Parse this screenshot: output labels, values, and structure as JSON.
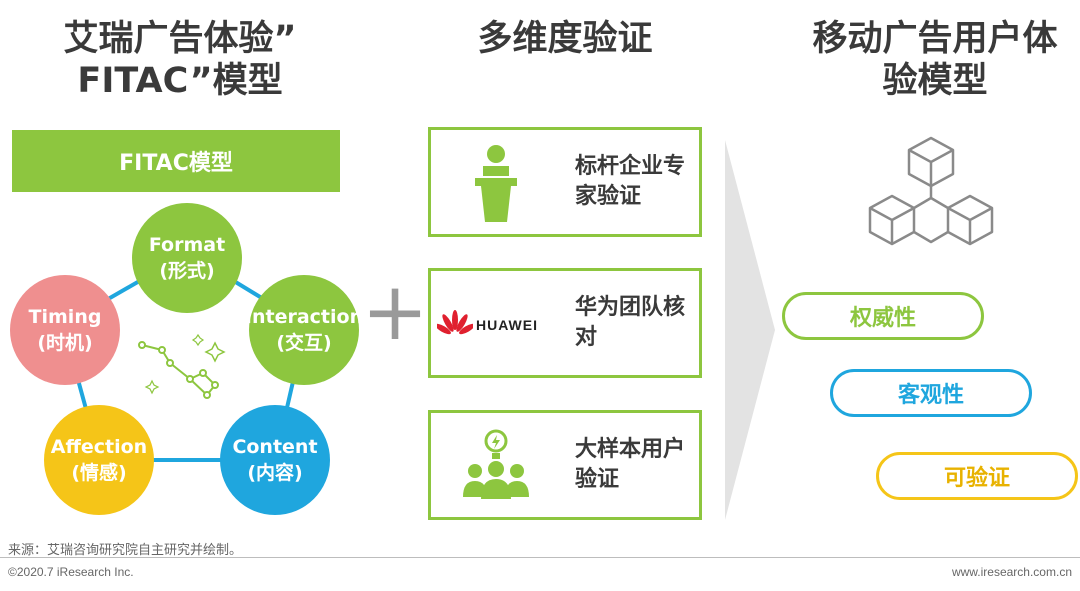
{
  "headings": {
    "left": [
      "艾瑞广告体验”",
      "FITAC”模型"
    ],
    "middle": "多维度验证",
    "right": [
      "移动广告用户体",
      "验模型"
    ]
  },
  "fitac": {
    "banner": "FITAC模型",
    "nodes": [
      {
        "en": "Format",
        "zh": "(形式)",
        "color": "#8dc63f"
      },
      {
        "en": "Interaction",
        "zh": "(交互)",
        "color": "#8dc63f"
      },
      {
        "en": "Content",
        "zh": "(内容)",
        "color": "#1fa6de"
      },
      {
        "en": "Affection",
        "zh": "(情感)",
        "color": "#f5c518"
      },
      {
        "en": "Timing",
        "zh": "(时机)",
        "color": "#ef8f8f"
      }
    ],
    "ring_color": "#1fa6de"
  },
  "plus": "+",
  "verification": [
    {
      "icon": "podium-icon",
      "text": "标杆企业专家验证"
    },
    {
      "icon": "huawei-logo",
      "logo_text": "HUAWEI",
      "text": "华为团队核对"
    },
    {
      "icon": "user-group-icon",
      "text": "大样本用户验证"
    }
  ],
  "attributes": [
    {
      "label": "权威性",
      "color": "#8dc63f"
    },
    {
      "label": "客观性",
      "color": "#1fa6de"
    },
    {
      "label": "可验证",
      "color": "#f5c518"
    }
  ],
  "footer": {
    "source": "来源：艾瑞咨询研究院自主研究并绘制。",
    "copyright": "©2020.7 iResearch Inc.",
    "url": "www.iresearch.com.cn"
  }
}
